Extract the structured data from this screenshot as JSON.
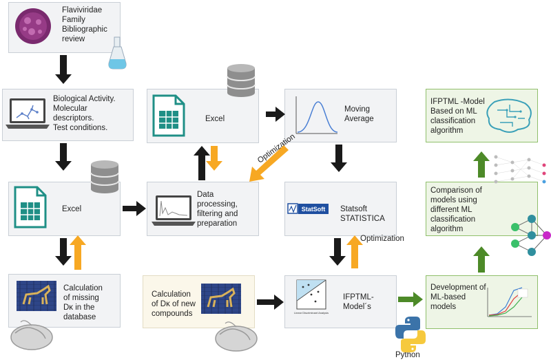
{
  "boxes": {
    "review": {
      "lines": [
        "Flaviviridae",
        "Family",
        "Bibliographic",
        "review"
      ]
    },
    "bio": {
      "lines": [
        "Biological Activity.",
        "Molecular",
        "descriptors.",
        "Test conditions."
      ]
    },
    "excel_left": {
      "label": "Excel"
    },
    "calc_missing": {
      "lines": [
        "Calculation",
        "of missing",
        "Dκ in the",
        "database"
      ]
    },
    "excel_mid": {
      "label": "Excel"
    },
    "data_proc": {
      "lines": [
        "Data",
        "processing,",
        "filtering and",
        "preparation"
      ]
    },
    "calc_new": {
      "lines": [
        "Calculation",
        "of Dκ of new",
        "compounds"
      ]
    },
    "moving_avg": {
      "lines": [
        "Moving",
        "Average"
      ]
    },
    "statsoft": {
      "lines": [
        "Statsoft",
        "STATISTICA"
      ],
      "logo": "StatSoft"
    },
    "ifptml_models": {
      "lines": [
        "IFPTML-",
        "Model´s"
      ],
      "chart_caption": "Linear Discriminant Analysis"
    },
    "ifptml_ml": {
      "lines": [
        "IFPTML -Model",
        "Based on ML",
        "classification",
        "algorithm"
      ]
    },
    "comparison": {
      "lines": [
        "Comparison of",
        "models using",
        "different ML",
        "classification",
        "algorithm"
      ]
    },
    "development": {
      "lines": [
        "Development of",
        "ML-based",
        "models"
      ]
    }
  },
  "labels": {
    "optimization_diag": "Optimization",
    "optimization_right": "Optimization",
    "python": "Python"
  },
  "icons": [
    "virus-icon",
    "flask-icon",
    "laptop-molecule-icon",
    "spreadsheet-icon",
    "database-icon",
    "mural-icon",
    "mouse-icon",
    "laptop-chart-icon",
    "bell-curve-icon",
    "statsoft-logo",
    "lda-plot-icon",
    "python-logo",
    "brain-icon",
    "neural-network-icon",
    "line-chart-icon"
  ],
  "colors": {
    "black_arrow": "#1a1a1a",
    "orange_arrow": "#f7a823",
    "green_arrow": "#4d8a28",
    "excel_teal": "#1f8f86"
  }
}
